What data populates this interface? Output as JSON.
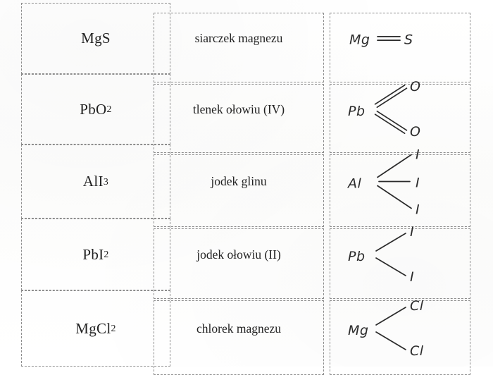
{
  "document": {
    "kind": "chemistry-worksheet-table",
    "language": "pl",
    "columns": [
      "formula",
      "name",
      "structural-formula"
    ],
    "row_count": 5
  },
  "rows": [
    {
      "formula_html": "MgS",
      "formula_text": "MgS",
      "name": "siarczek magnezu",
      "structure": {
        "central": "Mg",
        "bond_type": "double",
        "ligands": [
          "S"
        ],
        "arrangement": "linear",
        "alt": "Mg=S"
      }
    },
    {
      "formula_html": "PbO<sub>2</sub>",
      "formula_text": "PbO2",
      "name": "tlenek ołowiu (IV)",
      "structure": {
        "central": "Pb",
        "bond_type": "double",
        "ligands": [
          "O",
          "O"
        ],
        "arrangement": "branched-two",
        "alt": "O=Pb=O"
      }
    },
    {
      "formula_html": "AlI<sub>3</sub>",
      "formula_text": "AlI3",
      "name": "jodek glinu",
      "structure": {
        "central": "Al",
        "bond_type": "single",
        "ligands": [
          "I",
          "I",
          "I"
        ],
        "arrangement": "branched-three",
        "alt": "I-Al(-I)-I"
      }
    },
    {
      "formula_html": "PbI<sub>2</sub>",
      "formula_text": "PbI2",
      "name": "jodek ołowiu (II)",
      "structure": {
        "central": "Pb",
        "bond_type": "single",
        "ligands": [
          "I",
          "I"
        ],
        "arrangement": "branched-two",
        "alt": "I-Pb-I"
      }
    },
    {
      "formula_html": "MgCl<sub>2</sub>",
      "formula_text": "MgCl2",
      "name": "chlorek magnezu",
      "structure": {
        "central": "Mg",
        "bond_type": "single",
        "ligands": [
          "Cl",
          "Cl"
        ],
        "arrangement": "branched-two",
        "alt": "Cl-Mg-Cl"
      }
    }
  ],
  "colors": {
    "paper": "#ffffff",
    "ink": "#222222",
    "rule": "#8d8d8d",
    "pen": "#2b2b2b"
  }
}
